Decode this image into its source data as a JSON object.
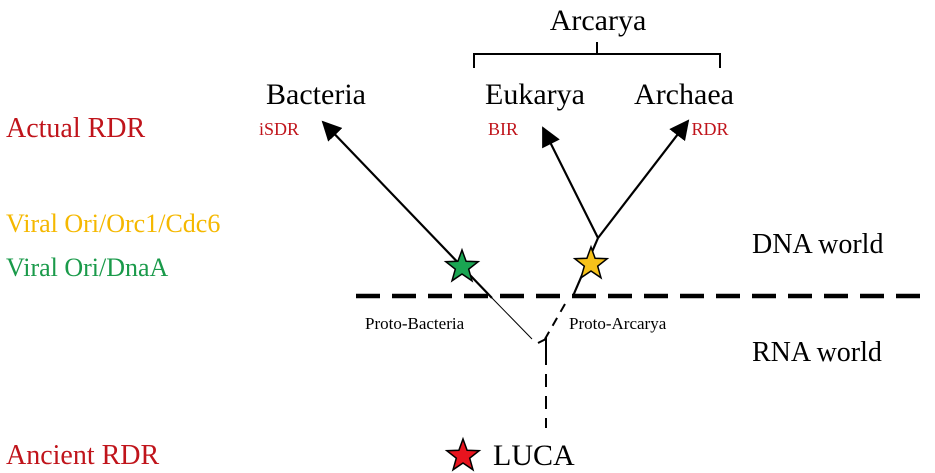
{
  "left_labels": {
    "actual_rdr": "Actual RDR",
    "viral_orc": "Viral Ori/Orc1/Cdc6",
    "viral_dnaa": "Viral Ori/DnaA",
    "ancient_rdr": "Ancient RDR"
  },
  "taxa": {
    "arcarya": "Arcarya",
    "bacteria": "Bacteria",
    "eukarya": "Eukarya",
    "archaea": "Archaea",
    "luca": "LUCA"
  },
  "mechanisms": {
    "bacteria": "iSDR",
    "eukarya": "BIR",
    "archaea": "RDR"
  },
  "proto": {
    "bacteria": "Proto-Bacteria",
    "arcarya": "Proto-Arcarya"
  },
  "worlds": {
    "dna": "DNA world",
    "rna": "RNA world"
  },
  "colors": {
    "red": "#c0141b",
    "yellow": "#f5b800",
    "green": "#1a9a4a",
    "star_red": "#e8141e",
    "star_yellow": "#f7c21a",
    "star_green": "#1aa552",
    "black": "#000000"
  }
}
